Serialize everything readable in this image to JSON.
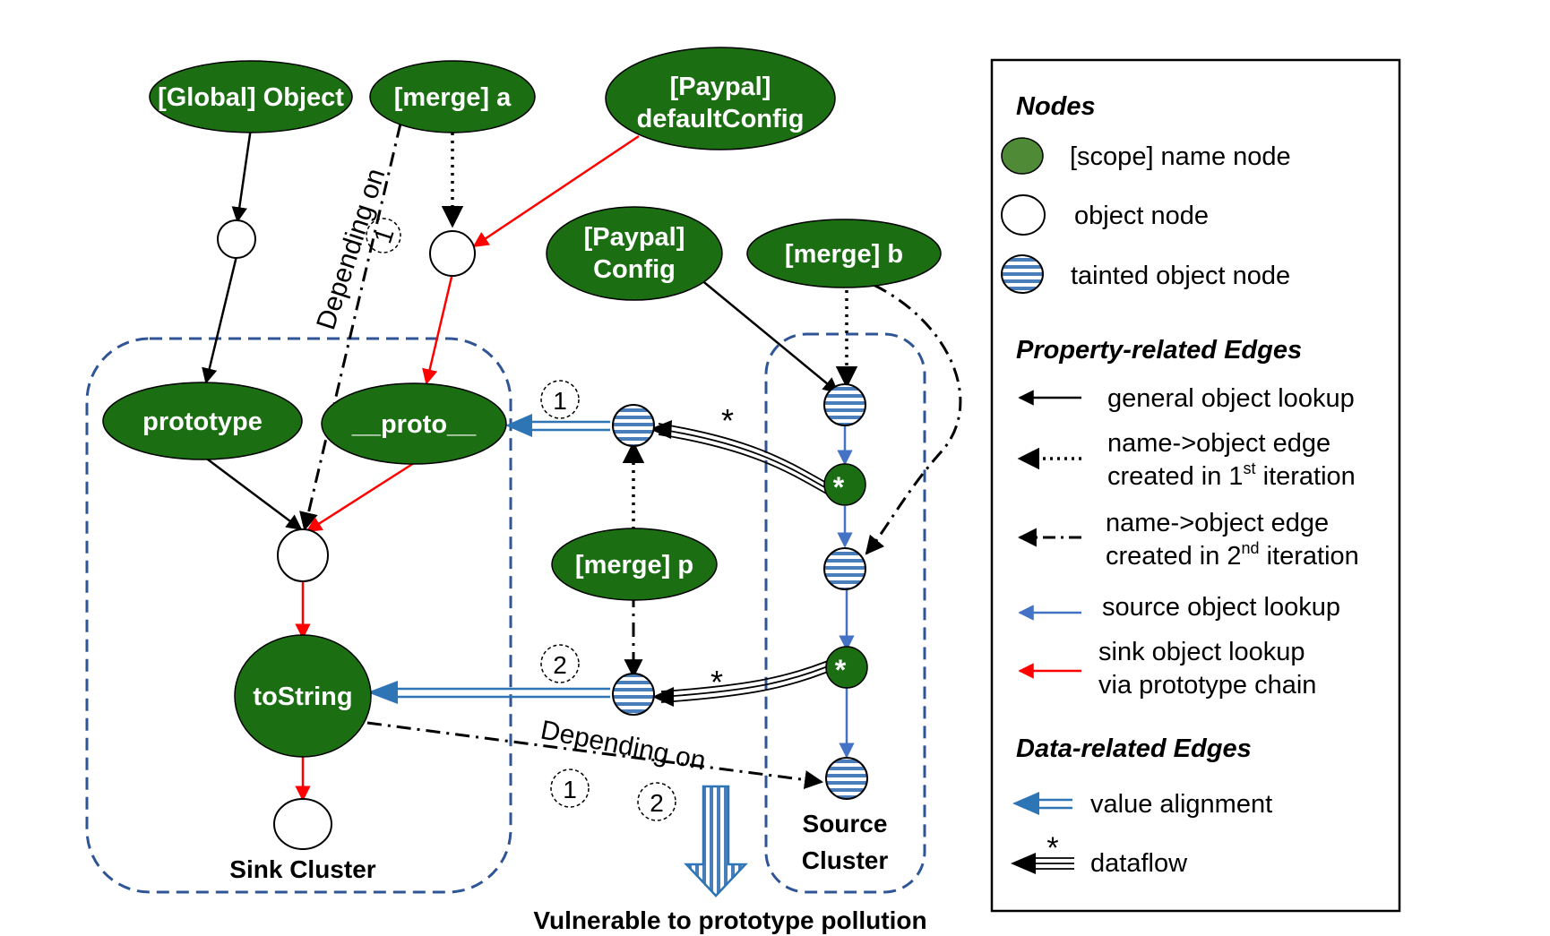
{
  "nodes": {
    "global_object": "[Global] Object",
    "merge_a": "[merge] a",
    "paypal_default_line1": "[Paypal]",
    "paypal_default_line2": "defaultConfig",
    "paypal_config_line1": "[Paypal]",
    "paypal_config_line2": "Config",
    "merge_b": "[merge] b",
    "prototype": "prototype",
    "proto": "__proto__",
    "merge_p": "[merge] p",
    "tostring": "toString",
    "star": "*"
  },
  "labels": {
    "depending_on": "Depending on",
    "circle_1": "1",
    "circle_2": "2",
    "sink_cluster": "Sink Cluster",
    "source_cluster_line1": "Source",
    "source_cluster_line2": "Cluster",
    "vulnerable": "Vulnerable to prototype pollution",
    "dataflow_star": "*"
  },
  "legend": {
    "nodes_heading": "Nodes",
    "scope_name_node": "[scope] name node",
    "object_node": "object  node",
    "tainted_object_node": "tainted object node",
    "property_heading": "Property-related Edges",
    "general_lookup": "general object lookup",
    "name_obj_1_line1": "name->object edge",
    "name_obj_1_line2a": "created in 1",
    "name_obj_1_sup": "st",
    "name_obj_1_line2b": " iteration",
    "name_obj_2_line1": "name->object edge",
    "name_obj_2_line2a": "created in 2",
    "name_obj_2_sup": "nd",
    "name_obj_2_line2b": " iteration",
    "source_lookup": "source object lookup",
    "sink_lookup_line1": "sink object lookup",
    "sink_lookup_line2": "via prototype chain",
    "data_heading": "Data-related Edges",
    "value_alignment": "value alignment",
    "dataflow": "dataflow"
  },
  "colors": {
    "node_green": "#1b6e12",
    "legend_green": "#4f8a36",
    "cluster_blue": "#2f5597",
    "stripe_blue": "#4a7ebb",
    "source_edge": "#4472c4",
    "sink_edge": "#ff0000",
    "align_edge": "#2e75b6"
  }
}
